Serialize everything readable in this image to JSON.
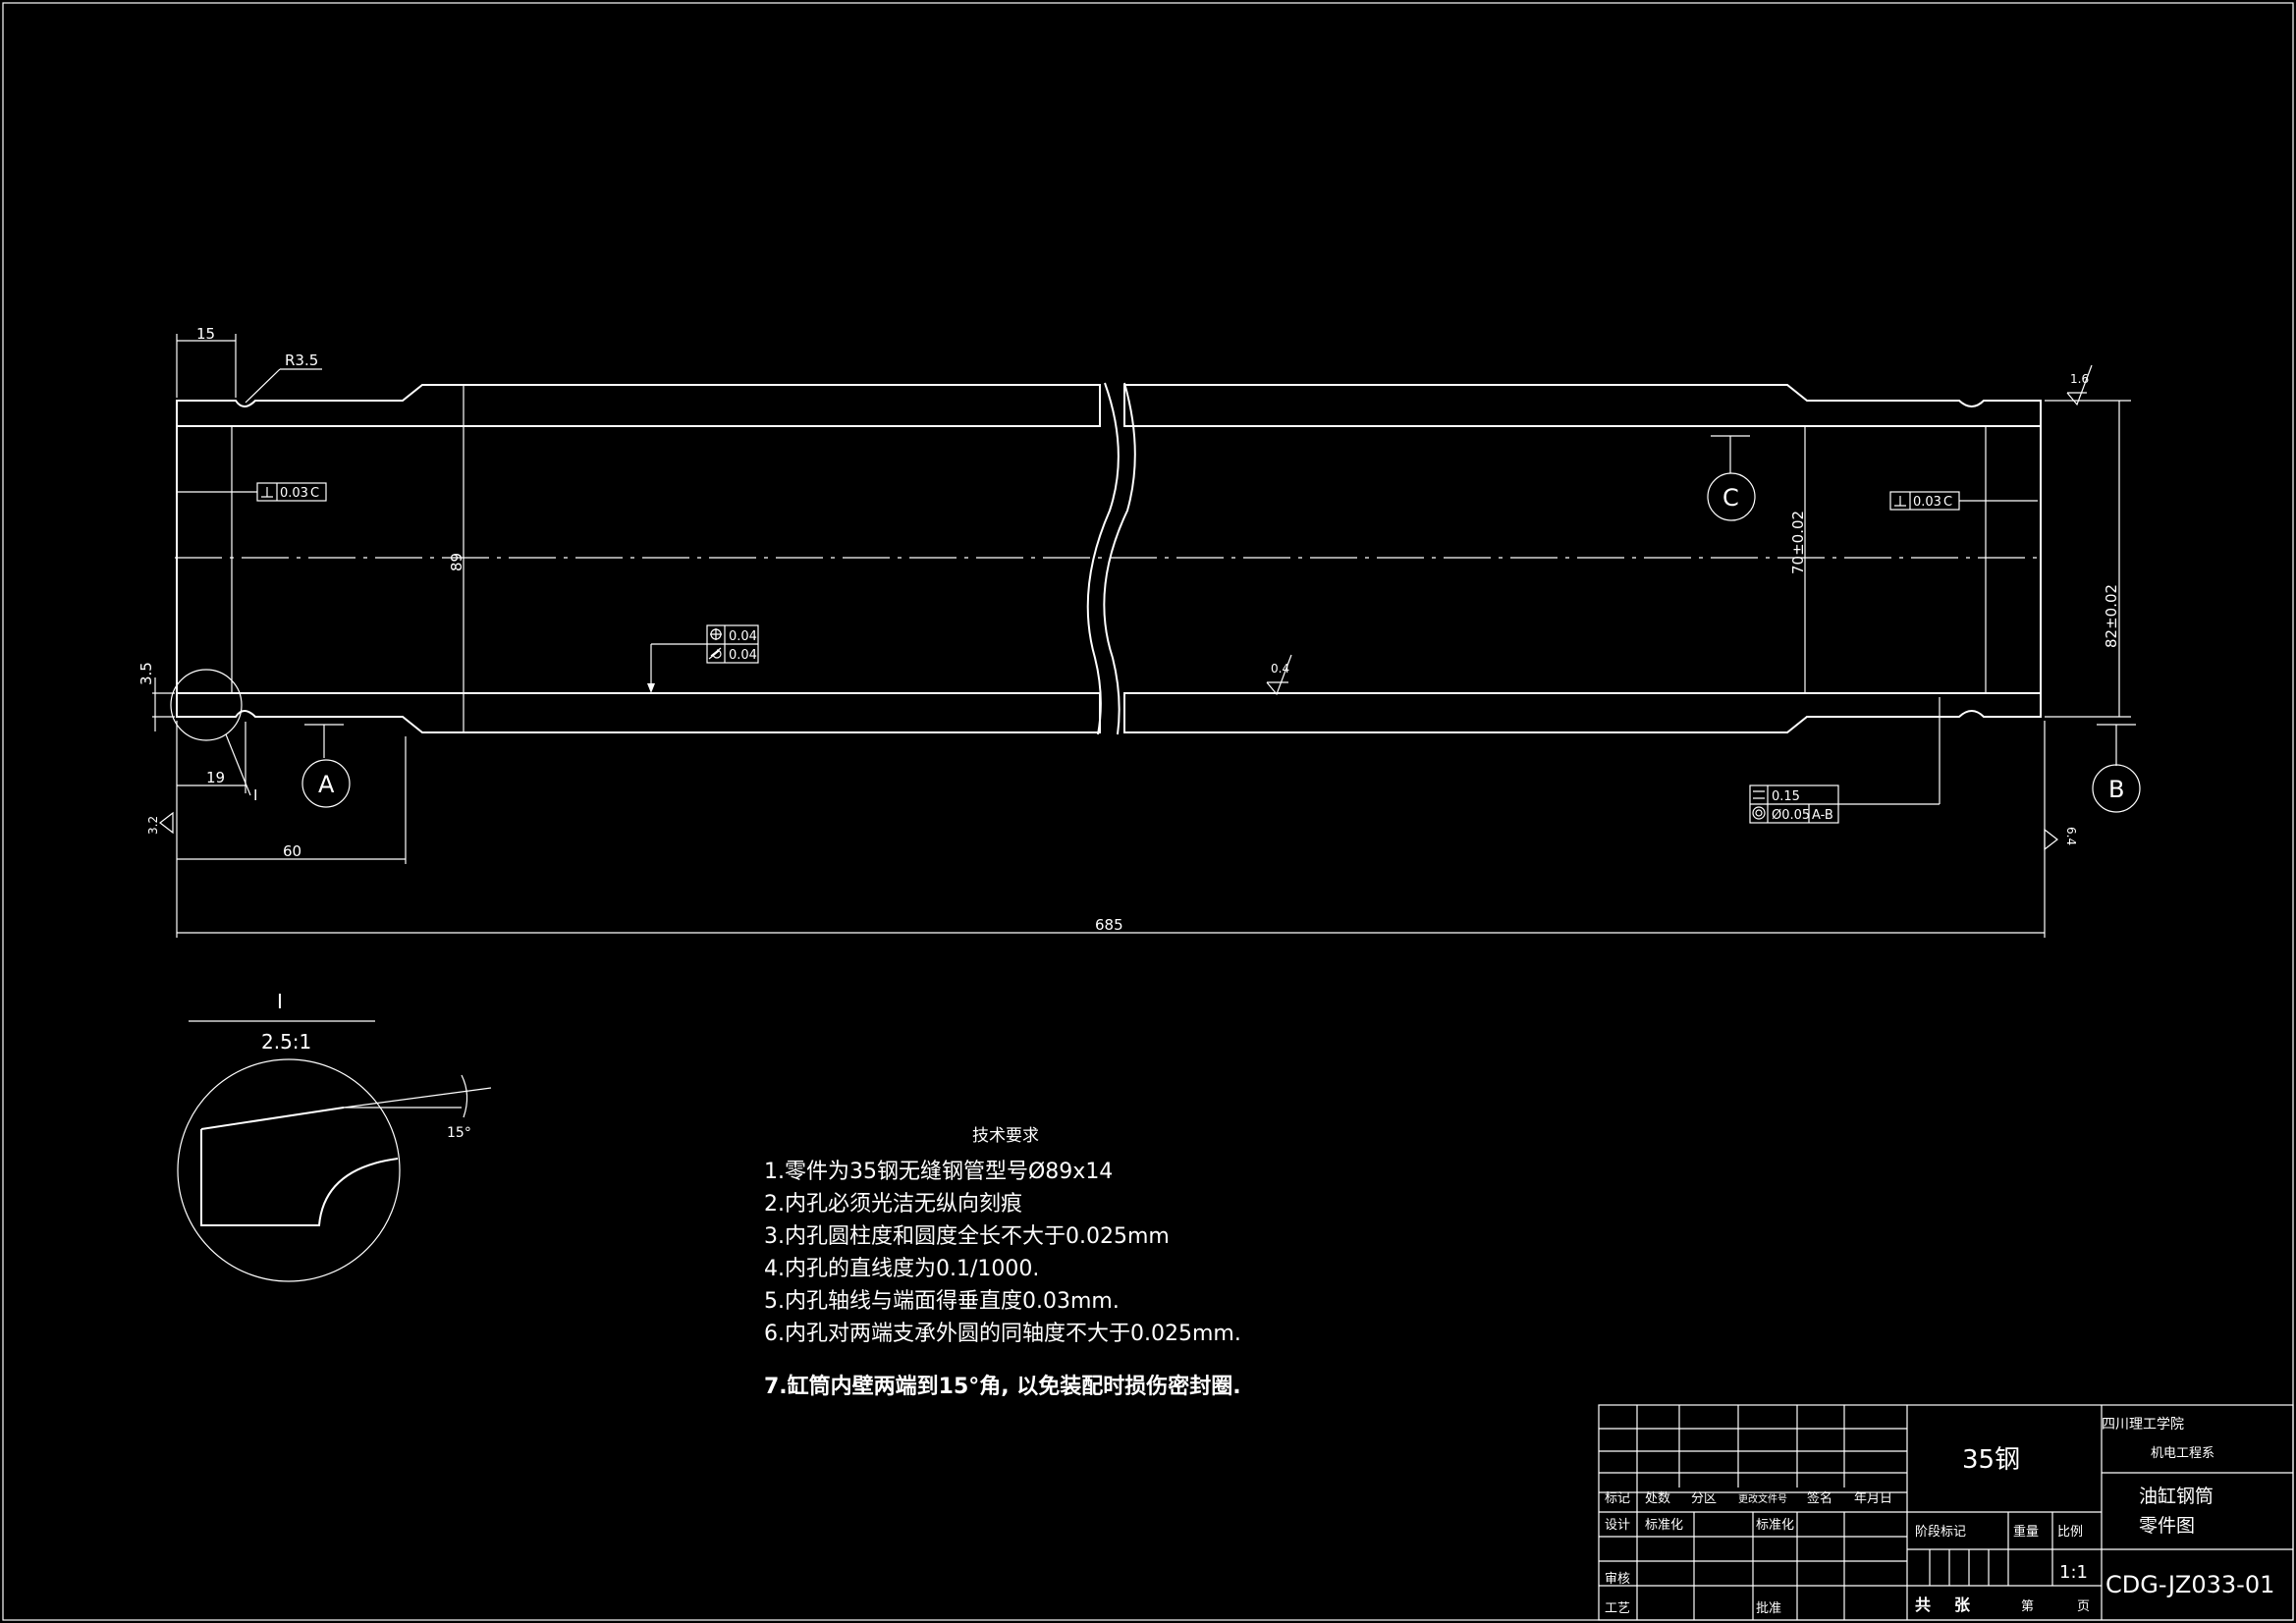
{
  "dimensions": {
    "left_len": "15",
    "radius": "R3.5",
    "dia_outer": "89",
    "bore": "70±0.02",
    "end_dia": "82±0.02",
    "groove_w": "3.5",
    "groove_pos": "19",
    "step_len": "60",
    "total_len": "685",
    "rough_end": "1.6",
    "rough_bore": "0.4",
    "rough_outer": "3.2",
    "rough_right": "6.4",
    "detail_ref": "I"
  },
  "tolerances": {
    "perp_left": "0.03",
    "perp_left_datum": "C",
    "perp_right": "0.03",
    "perp_right_datum": "C",
    "position": "0.04",
    "cylindricity": "0.04",
    "flatness": "0.15",
    "coaxial": "Ø0.05",
    "coaxial_datum": "A-B",
    "datum_a": "A",
    "datum_b": "B",
    "datum_c": "C"
  },
  "detail": {
    "label": "I",
    "scale": "2.5:1",
    "angle": "15°"
  },
  "requirements": {
    "title": "技术要求",
    "items": [
      "1.零件为35钢无缝钢管型号Ø89x14",
      "2.内孔必须光洁无纵向刻痕",
      "3.内孔圆柱度和圆度全长不大于0.025mm",
      "4.内孔的直线度为0.1/1000.",
      "5.内孔轴线与端面得垂直度0.03mm.",
      "6.内孔对两端支承外圆的同轴度不大于0.025mm."
    ],
    "item7": "7.缸筒内壁两端到15°角, 以免装配时损伤密封圈."
  },
  "title_block": {
    "material": "35钢",
    "school": "四川理工学院",
    "department": "机电工程系",
    "part_name": "油缸钢筒",
    "drawing_type": "零件图",
    "scale": "1:1",
    "drawing_no": "CDG-JZ033-01",
    "h_mark": "标记",
    "h_count": "处数",
    "h_zone": "分区",
    "h_change_no": "更改文件号",
    "h_sign": "签名",
    "h_date": "年月日",
    "h_design": "设计",
    "h_standard_m": "标准化",
    "h_standard": "标准化",
    "h_review": "审核",
    "h_process": "工艺",
    "h_approve": "批准",
    "h_stage": "阶段标记",
    "h_weight": "重量",
    "h_ratio": "比例",
    "h_total": "共",
    "h_sheets": "张",
    "h_page": "第",
    "h_sheet": "页"
  },
  "colors": {
    "background": "#000000",
    "lines": "#ffffff"
  }
}
